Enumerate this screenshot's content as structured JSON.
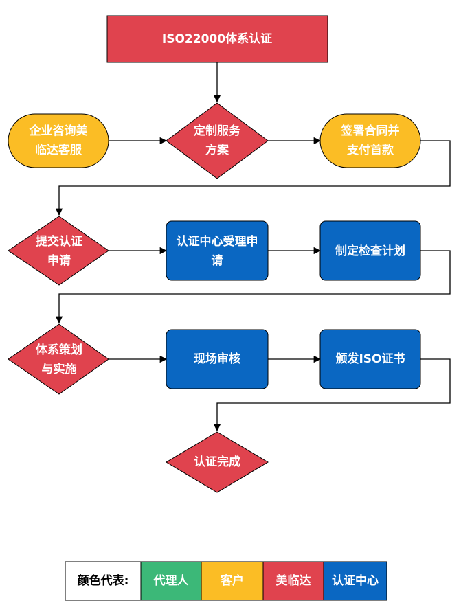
{
  "title": "ISO22000体系认证",
  "nodes": {
    "consult": [
      "企业咨询美",
      "临达客服"
    ],
    "custom_plan": [
      "定制服务",
      "方案"
    ],
    "sign_contract": [
      "签署合同并",
      "支付首款"
    ],
    "submit_application": [
      "提交认证",
      "申请"
    ],
    "accept_application": [
      "认证中心受理申",
      "请"
    ],
    "inspection_plan": [
      "制定检查计划"
    ],
    "system_planning": [
      "体系策划",
      "与实施"
    ],
    "onsite_audit": [
      "现场审核"
    ],
    "issue_certificate": [
      "颁发ISO证书"
    ],
    "complete": [
      "认证完成"
    ]
  },
  "legend": {
    "title": "颜色代表:",
    "items": [
      {
        "label": "代理人",
        "color": "#3cb878"
      },
      {
        "label": "客户",
        "color": "#fbbd25"
      },
      {
        "label": "美临达",
        "color": "#e0434e"
      },
      {
        "label": "认证中心",
        "color": "#0a67c2"
      }
    ]
  },
  "colors": {
    "red": "#e0434e",
    "yellow": "#fbbd25",
    "blue": "#0a67c2",
    "green": "#3cb878"
  }
}
